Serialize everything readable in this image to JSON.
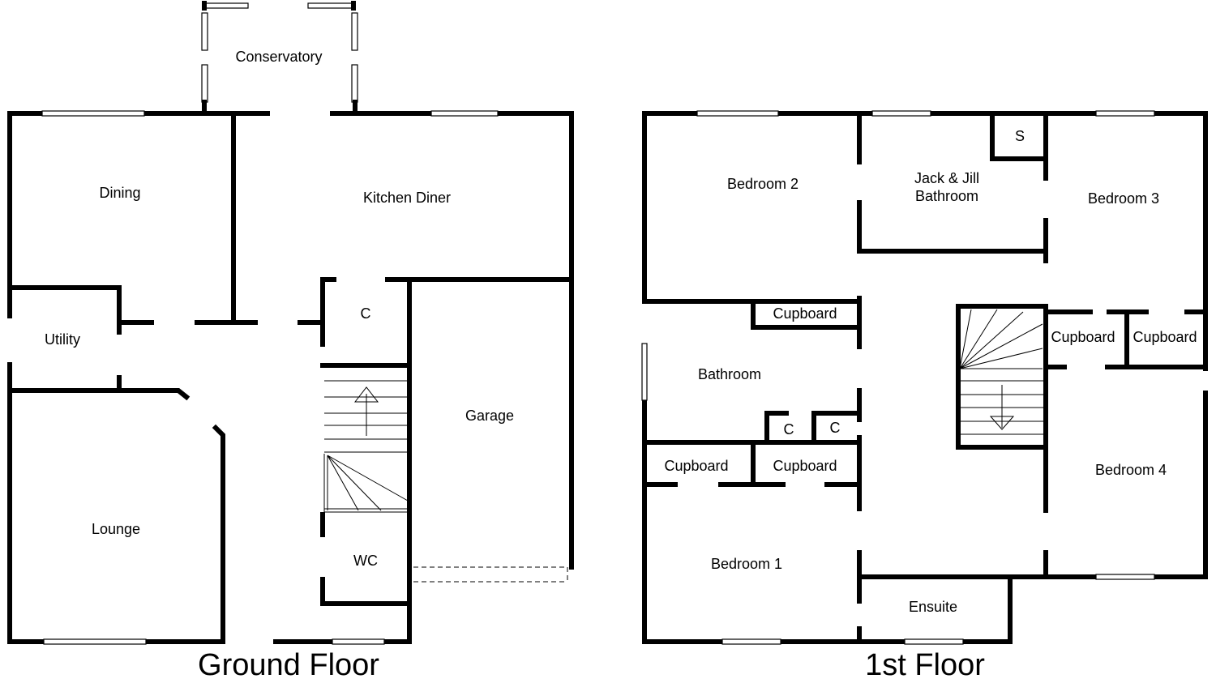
{
  "floors": [
    {
      "title": "Ground Floor",
      "rooms": [
        "Conservatory",
        "Dining",
        "Kitchen Diner",
        "Utility",
        "C",
        "Garage",
        "Lounge",
        "WC"
      ]
    },
    {
      "title": "1st Floor",
      "rooms": [
        "Bedroom 2",
        "Jack & Jill",
        "Bathroom",
        "S",
        "Bedroom 3",
        "Cupboard",
        "Cupboard",
        "Cupboard",
        "Bathroom",
        "C",
        "C",
        "Cupboard",
        "Cupboard",
        "Bedroom 4",
        "Bedroom 1",
        "Ensuite"
      ]
    }
  ]
}
